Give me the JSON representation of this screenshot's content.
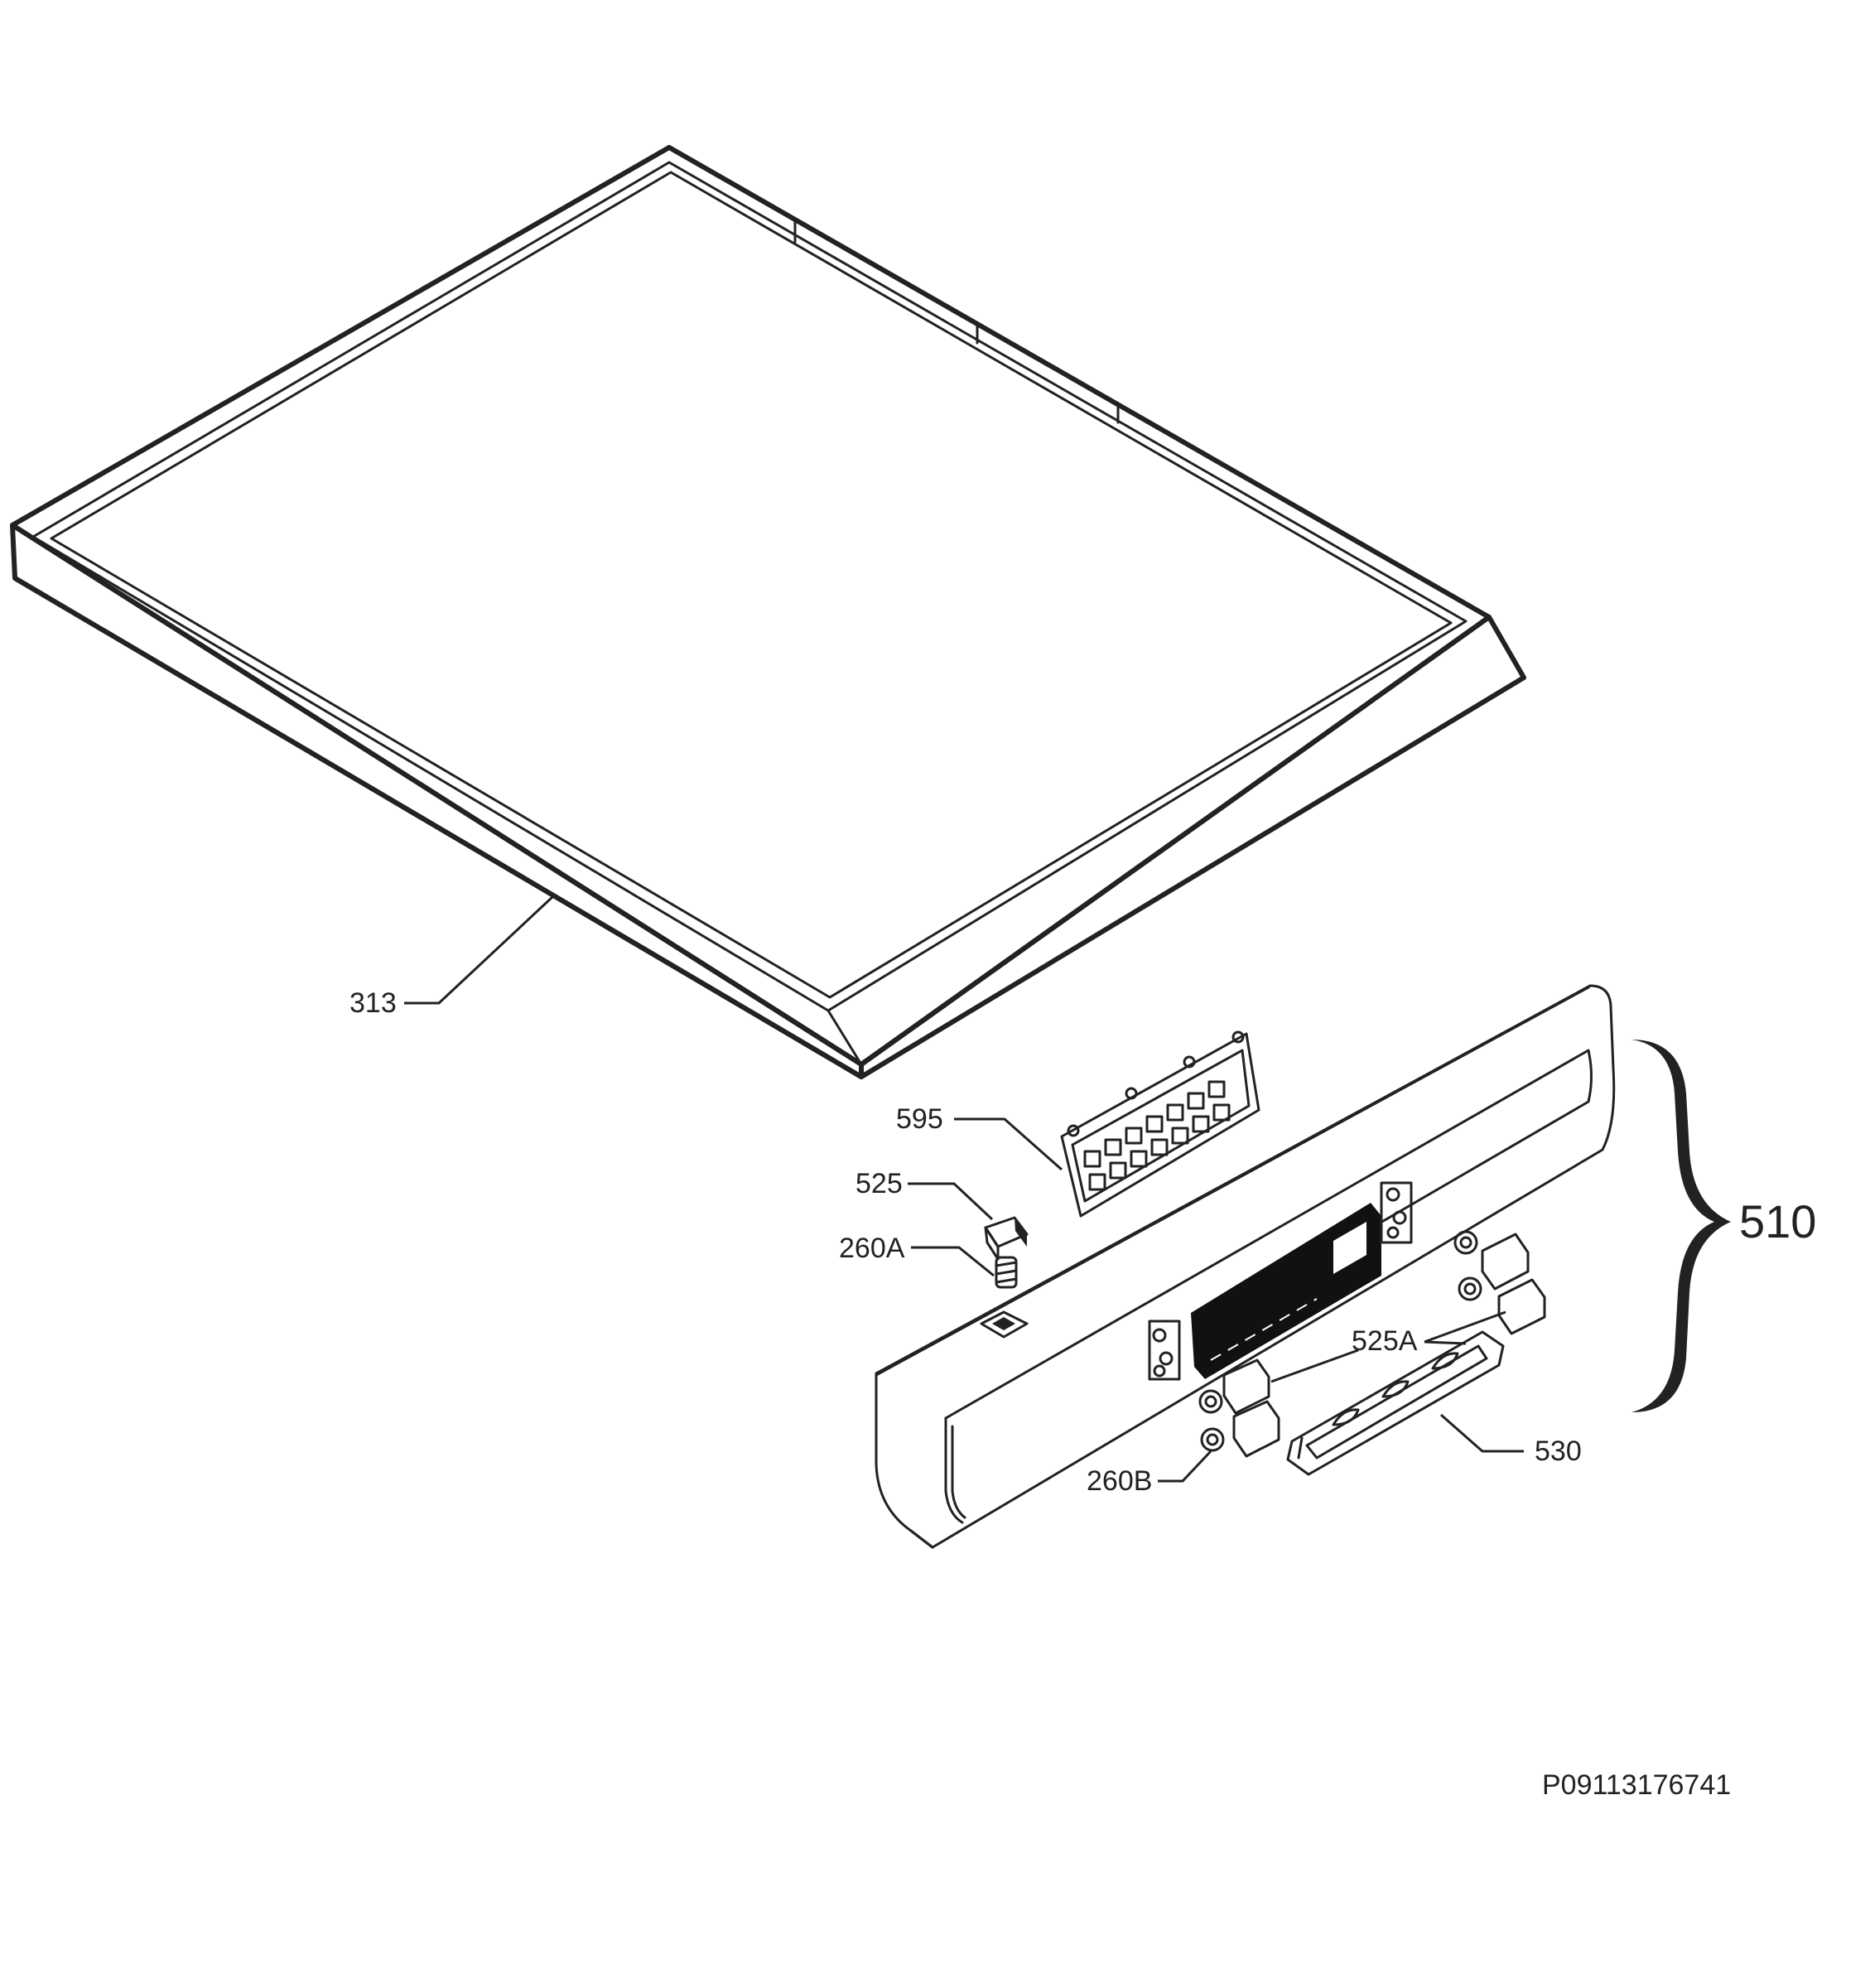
{
  "diagram": {
    "callouts": {
      "c313": "313",
      "c595": "595",
      "c525": "525",
      "c260a": "260A",
      "c525a": "525A",
      "c260b": "260B",
      "c530": "530",
      "c510": "510"
    },
    "document_code": "P09113176741"
  },
  "colors": {
    "ink": "#222222",
    "background": "#ffffff"
  }
}
